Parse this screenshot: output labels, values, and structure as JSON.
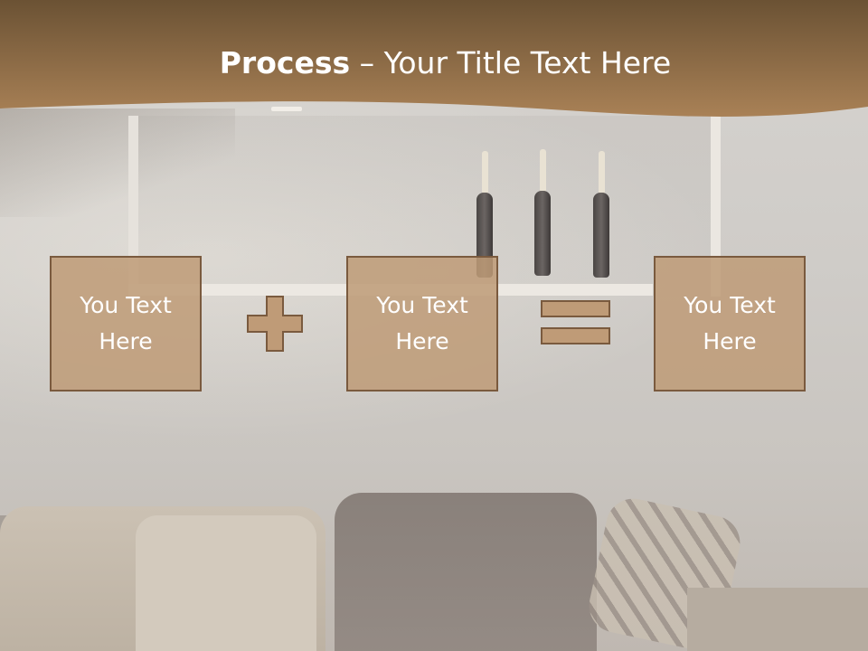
{
  "slide": {
    "title_bold": "Process",
    "title_rest": " – Your Title Text Here",
    "colors": {
      "band_top": "#6b5234",
      "band_bottom": "#a98156",
      "box_fill": "#be9b77",
      "box_border": "#7a5a3e",
      "text": "#ffffff"
    }
  },
  "process": {
    "boxes": [
      {
        "label": "You Text\nHere"
      },
      {
        "label": "You Text\nHere"
      },
      {
        "label": "You Text\nHere"
      }
    ],
    "operators": [
      "plus-icon",
      "equals-icon"
    ]
  }
}
